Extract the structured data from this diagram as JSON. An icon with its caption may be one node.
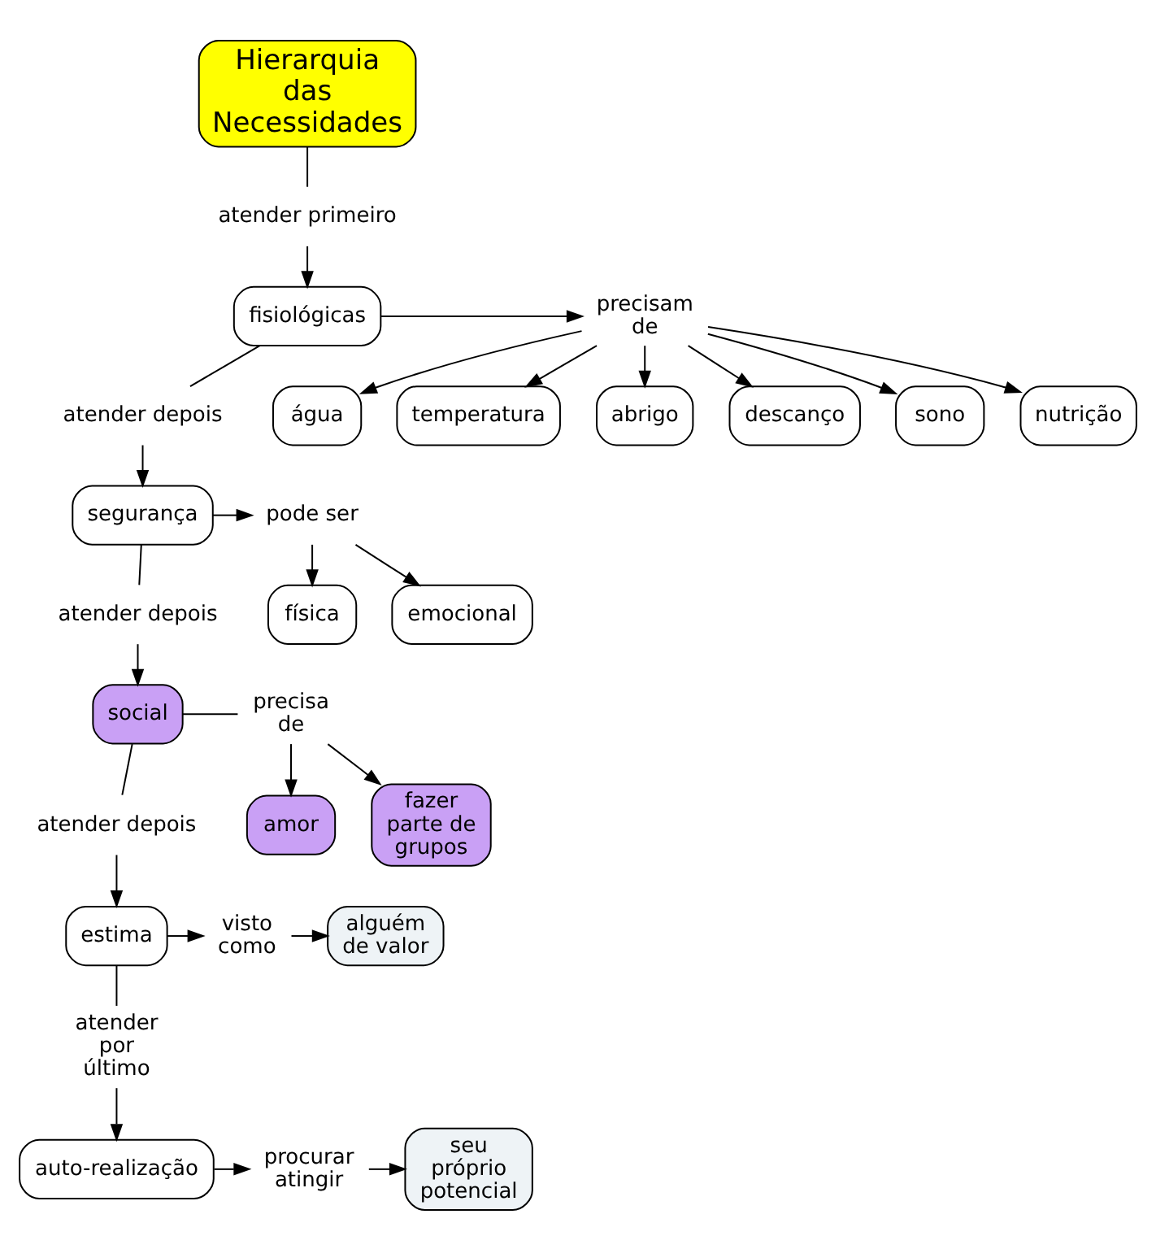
{
  "diagram": {
    "nodes": [
      {
        "text": [
          "nutrição"
        ]
      },
      {
        "text": [
          "Hierarquia das Necessidades"
        ]
      },
      {
        "text": [
          "água"
        ]
      },
      {
        "text": [
          "atender primeiro"
        ]
      },
      {
        "text": [
          "temperatura"
        ]
      },
      {
        "text": [
          "precisam de"
        ]
      },
      {
        "text": [
          "fisiológicas"
        ]
      },
      {
        "text": [
          "abrigo"
        ]
      },
      {
        "text": [
          "atender depois"
        ]
      },
      {
        "text": [
          "emocional"
        ]
      },
      {
        "text": [
          "descanço"
        ]
      },
      {
        "text": [
          "segurança"
        ]
      },
      {
        "text": [
          "pode ser"
        ]
      },
      {
        "text": [
          "física"
        ]
      },
      {
        "text": [
          "sono"
        ]
      },
      {
        "text": [
          "atender depois"
        ]
      },
      {
        "text": [
          "social"
        ]
      },
      {
        "text": [
          "precisa de"
        ]
      },
      {
        "text": [
          "fazer parte de grupos"
        ]
      },
      {
        "text": [
          "amor"
        ]
      },
      {
        "text": [
          "atender depois"
        ]
      },
      {
        "text": [
          "alguém de valor"
        ]
      },
      {
        "text": [
          "visto como"
        ]
      },
      {
        "text": [
          "estima"
        ]
      },
      {
        "text": [
          "atender por último"
        ]
      },
      {
        "text": [
          "auto-realização"
        ]
      },
      {
        "text": [
          "procurar atingir"
        ]
      },
      {
        "text": [
          "seu próprio potencial"
        ]
      }
    ],
    "edges": [
      {
        "from": 1,
        "to": 3,
        "arrow": "none"
      },
      {
        "from": 3,
        "to": 6,
        "arrow": "to"
      },
      {
        "from": 6,
        "to": 5,
        "arrow": "to"
      },
      {
        "from": 5,
        "to": 0,
        "arrow": "to"
      },
      {
        "from": 5,
        "to": 2,
        "arrow": "to"
      },
      {
        "from": 5,
        "to": 4,
        "arrow": "to"
      },
      {
        "from": 5,
        "to": 7,
        "arrow": "to"
      },
      {
        "from": 5,
        "to": 10,
        "arrow": "to"
      },
      {
        "from": 5,
        "to": 14,
        "arrow": "to"
      },
      {
        "from": 6,
        "to": 8,
        "arrow": "none"
      },
      {
        "from": 8,
        "to": 11,
        "arrow": "to"
      },
      {
        "from": 11,
        "to": 12,
        "arrow": "to"
      },
      {
        "from": 12,
        "to": 9,
        "arrow": "to"
      },
      {
        "from": 12,
        "to": 13,
        "arrow": "to"
      },
      {
        "from": 11,
        "to": 15,
        "arrow": "none"
      },
      {
        "from": 15,
        "to": 16,
        "arrow": "to"
      },
      {
        "from": 16,
        "to": 17,
        "arrow": "none"
      },
      {
        "from": 17,
        "to": 18,
        "arrow": "to"
      },
      {
        "from": 17,
        "to": 19,
        "arrow": "to"
      },
      {
        "from": 16,
        "to": 20,
        "arrow": "none"
      },
      {
        "from": 20,
        "to": 23,
        "arrow": "to"
      },
      {
        "from": 23,
        "to": 22,
        "arrow": "to"
      },
      {
        "from": 22,
        "to": 21,
        "arrow": "to"
      },
      {
        "from": 23,
        "to": 24,
        "arrow": "none"
      },
      {
        "from": 24,
        "to": 25,
        "arrow": "to"
      },
      {
        "from": 25,
        "to": 26,
        "arrow": "to"
      },
      {
        "from": 26,
        "to": 27,
        "arrow": "to"
      }
    ]
  }
}
